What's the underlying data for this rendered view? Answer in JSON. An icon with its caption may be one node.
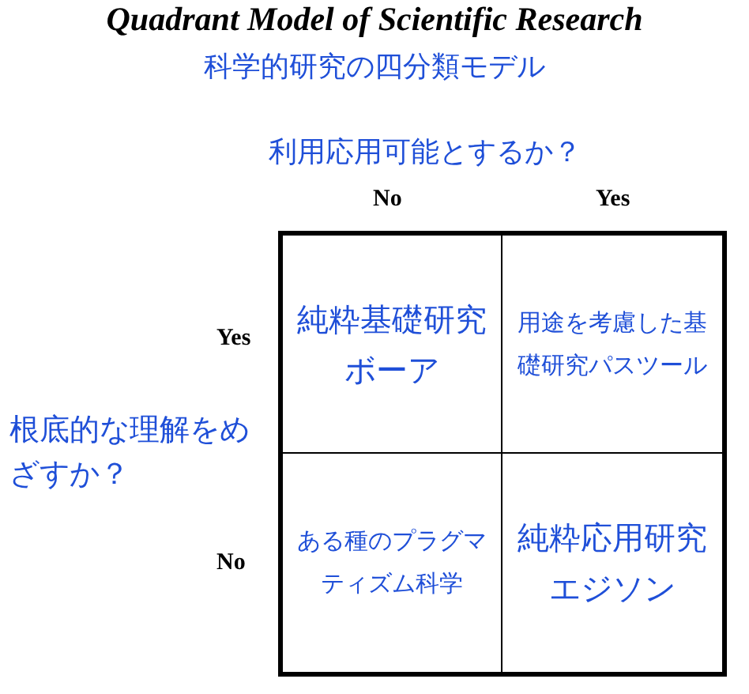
{
  "diagram": {
    "title": "Quadrant Model of Scientific Research",
    "nodes": [
      {
        "text": [
          "純粋基礎研究",
          "ボーア"
        ]
      },
      {
        "text": [
          "用途を考慮した基礎研究パスツール"
        ]
      },
      {
        "text": [
          "ある種のプラグマティズム科学"
        ]
      },
      {
        "text": [
          "純粋応用研究",
          "エジソン"
        ]
      }
    ],
    "labels": [
      "科学的研究の四分類モデル",
      "利用応用可能とするか？",
      "No",
      "Yes",
      "Yes",
      "根底的な理解をめざすか？",
      "No"
    ]
  }
}
